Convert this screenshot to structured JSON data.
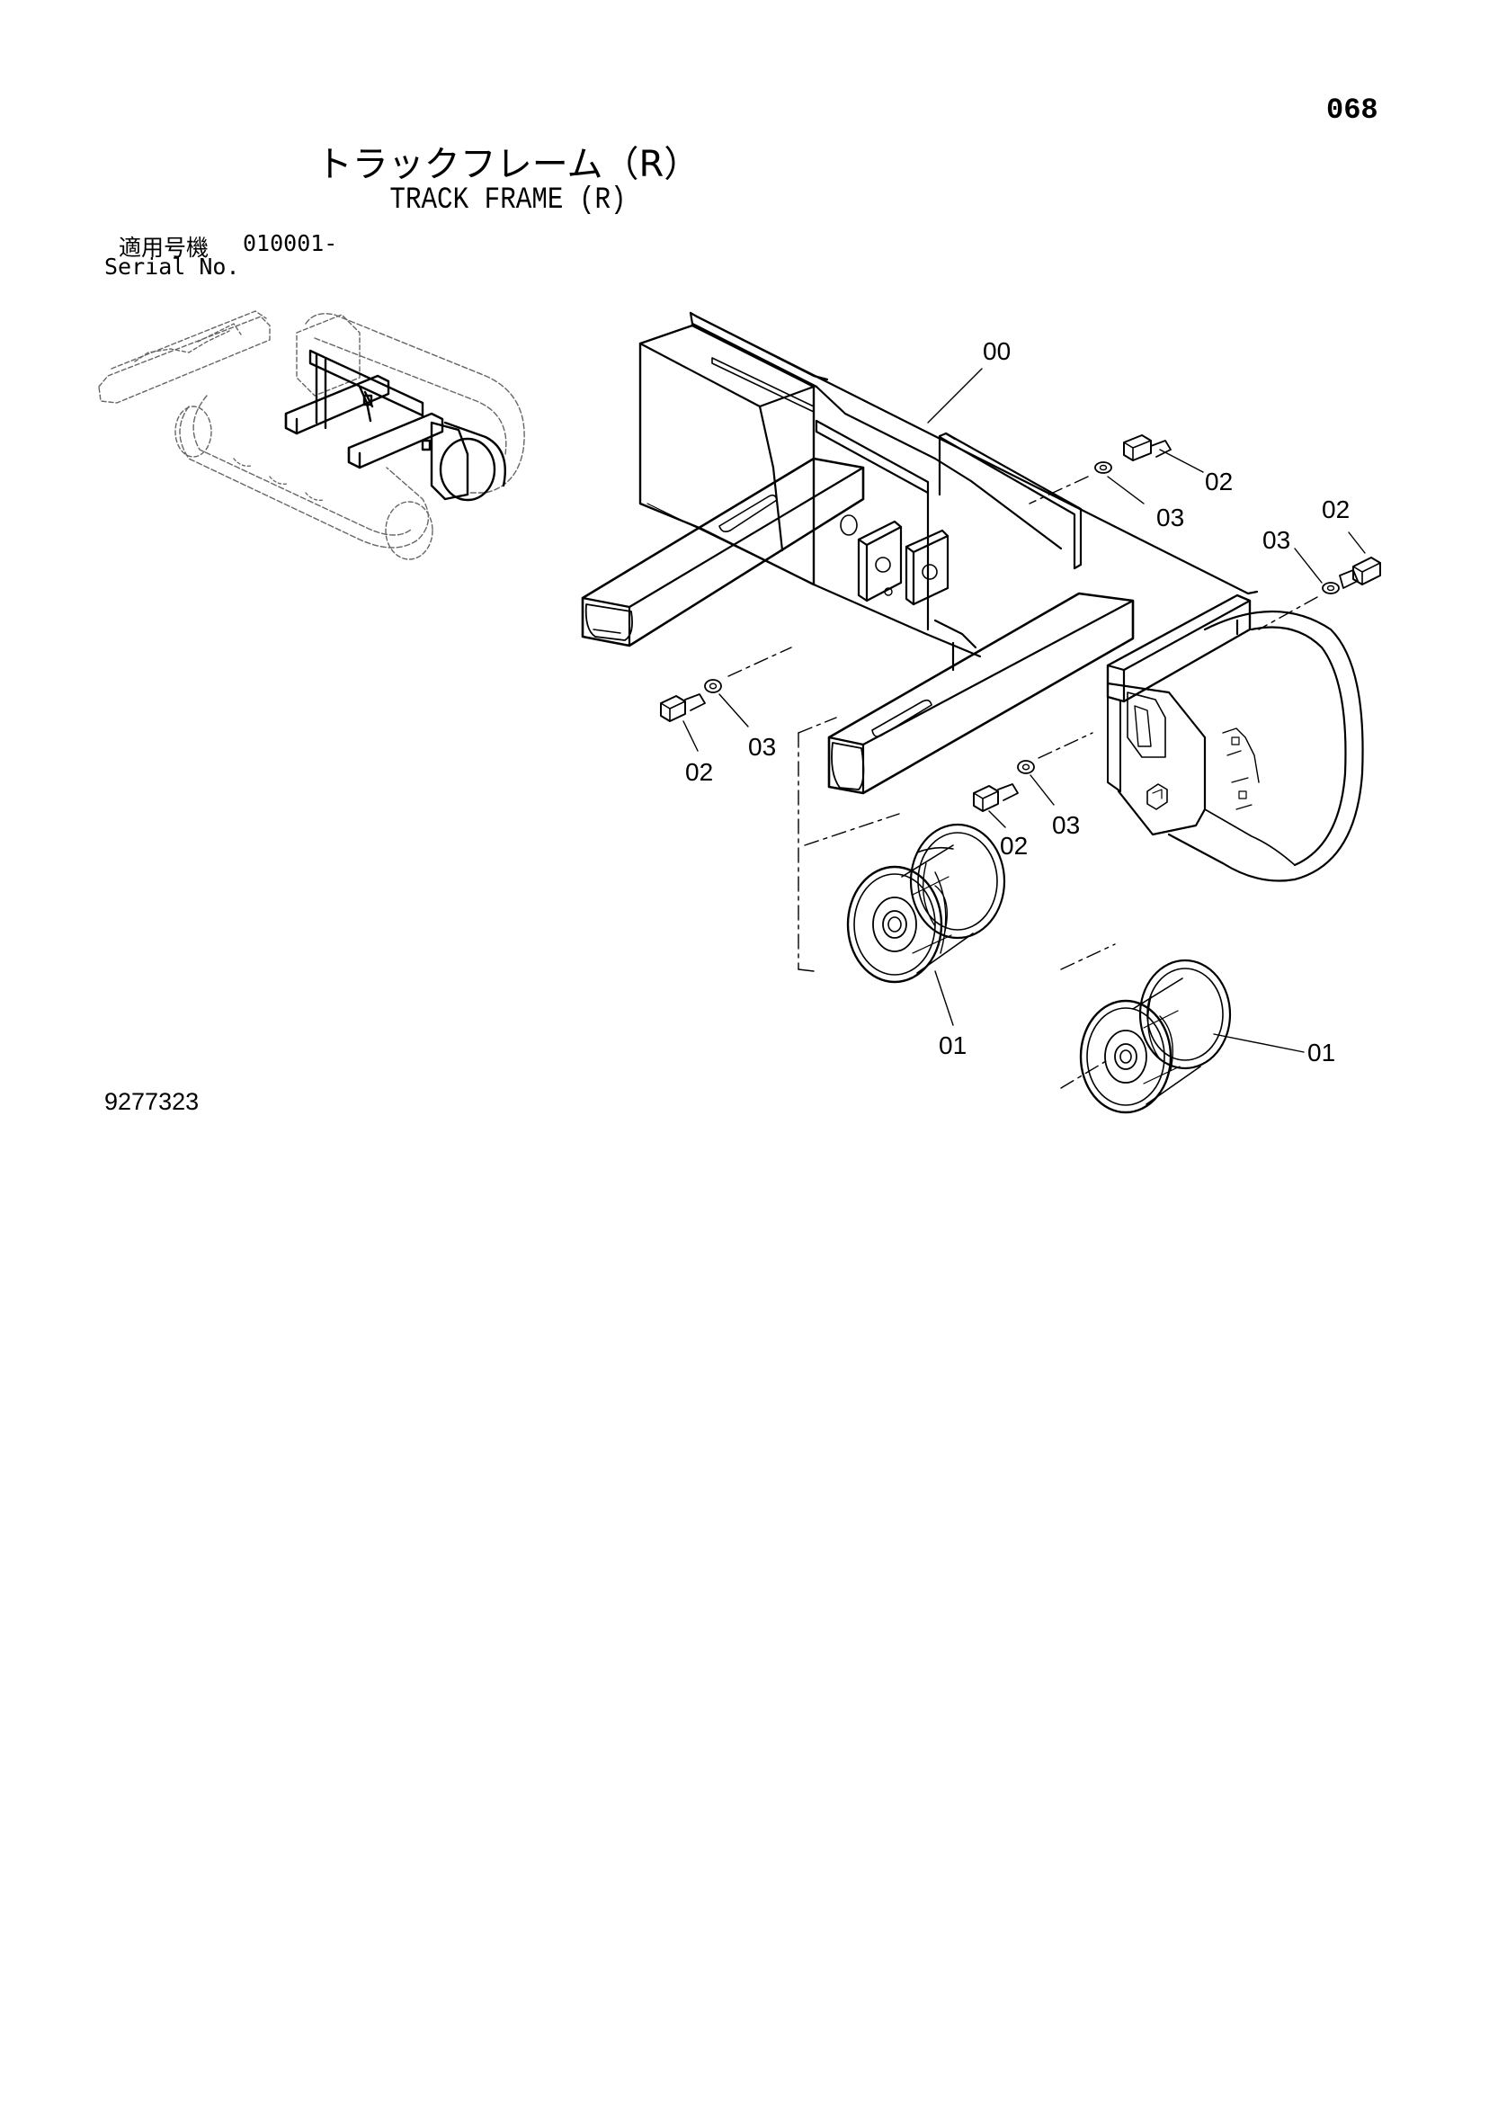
{
  "header": {
    "page_number": "068",
    "title_jp": "トラックフレーム（R）",
    "title_en": "TRACK FRAME (R)"
  },
  "serial": {
    "label_jp": "適用号機",
    "label_en": "Serial No.",
    "value": "010001-"
  },
  "drawing_number": "9277323",
  "callouts": [
    "00",
    "01",
    "01",
    "02",
    "02",
    "02",
    "02",
    "03",
    "03",
    "03",
    "03"
  ]
}
